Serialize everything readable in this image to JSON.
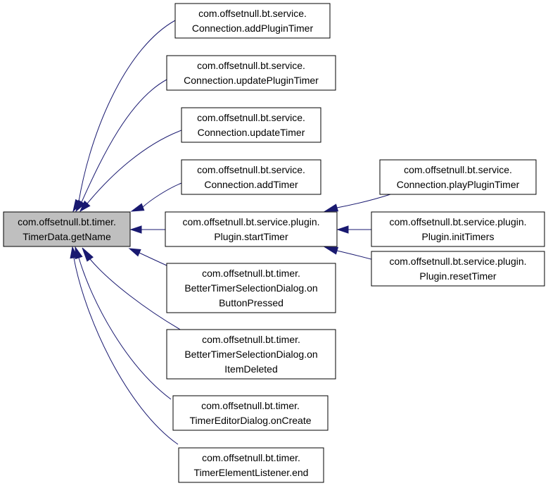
{
  "colors": {
    "edge": "#191970",
    "focus_fill": "#bfbfbf",
    "node_fill": "#ffffff",
    "node_border": "#000000"
  },
  "nodes": [
    {
      "id": "getName",
      "lines": [
        "com.offsetnull.bt.timer.",
        "TimerData.getName"
      ],
      "focus": true
    },
    {
      "id": "addPluginTimer",
      "lines": [
        "com.offsetnull.bt.service.",
        "Connection.addPluginTimer"
      ]
    },
    {
      "id": "updatePluginTimer",
      "lines": [
        "com.offsetnull.bt.service.",
        "Connection.updatePluginTimer"
      ]
    },
    {
      "id": "updateTimer",
      "lines": [
        "com.offsetnull.bt.service.",
        "Connection.updateTimer"
      ]
    },
    {
      "id": "addTimer",
      "lines": [
        "com.offsetnull.bt.service.",
        "Connection.addTimer"
      ]
    },
    {
      "id": "startTimer",
      "lines": [
        "com.offsetnull.bt.service.plugin.",
        "Plugin.startTimer"
      ]
    },
    {
      "id": "onButtonPressed",
      "lines": [
        "com.offsetnull.bt.timer.",
        "BetterTimerSelectionDialog.on",
        "ButtonPressed"
      ]
    },
    {
      "id": "onItemDeleted",
      "lines": [
        "com.offsetnull.bt.timer.",
        "BetterTimerSelectionDialog.on",
        "ItemDeleted"
      ]
    },
    {
      "id": "onCreate",
      "lines": [
        "com.offsetnull.bt.timer.",
        "TimerEditorDialog.onCreate"
      ]
    },
    {
      "id": "end",
      "lines": [
        "com.offsetnull.bt.timer.",
        "TimerElementListener.end"
      ]
    },
    {
      "id": "playPluginTimer",
      "lines": [
        "com.offsetnull.bt.service.",
        "Connection.playPluginTimer"
      ]
    },
    {
      "id": "initTimers",
      "lines": [
        "com.offsetnull.bt.service.plugin.",
        "Plugin.initTimers"
      ]
    },
    {
      "id": "resetTimer",
      "lines": [
        "com.offsetnull.bt.service.plugin.",
        "Plugin.resetTimer"
      ]
    }
  ],
  "edges": [
    {
      "from": "addPluginTimer",
      "to": "getName"
    },
    {
      "from": "updatePluginTimer",
      "to": "getName"
    },
    {
      "from": "updateTimer",
      "to": "getName"
    },
    {
      "from": "addTimer",
      "to": "getName"
    },
    {
      "from": "startTimer",
      "to": "getName"
    },
    {
      "from": "onButtonPressed",
      "to": "getName"
    },
    {
      "from": "onItemDeleted",
      "to": "getName"
    },
    {
      "from": "onCreate",
      "to": "getName"
    },
    {
      "from": "end",
      "to": "getName"
    },
    {
      "from": "playPluginTimer",
      "to": "startTimer"
    },
    {
      "from": "initTimers",
      "to": "startTimer"
    },
    {
      "from": "resetTimer",
      "to": "startTimer"
    }
  ]
}
